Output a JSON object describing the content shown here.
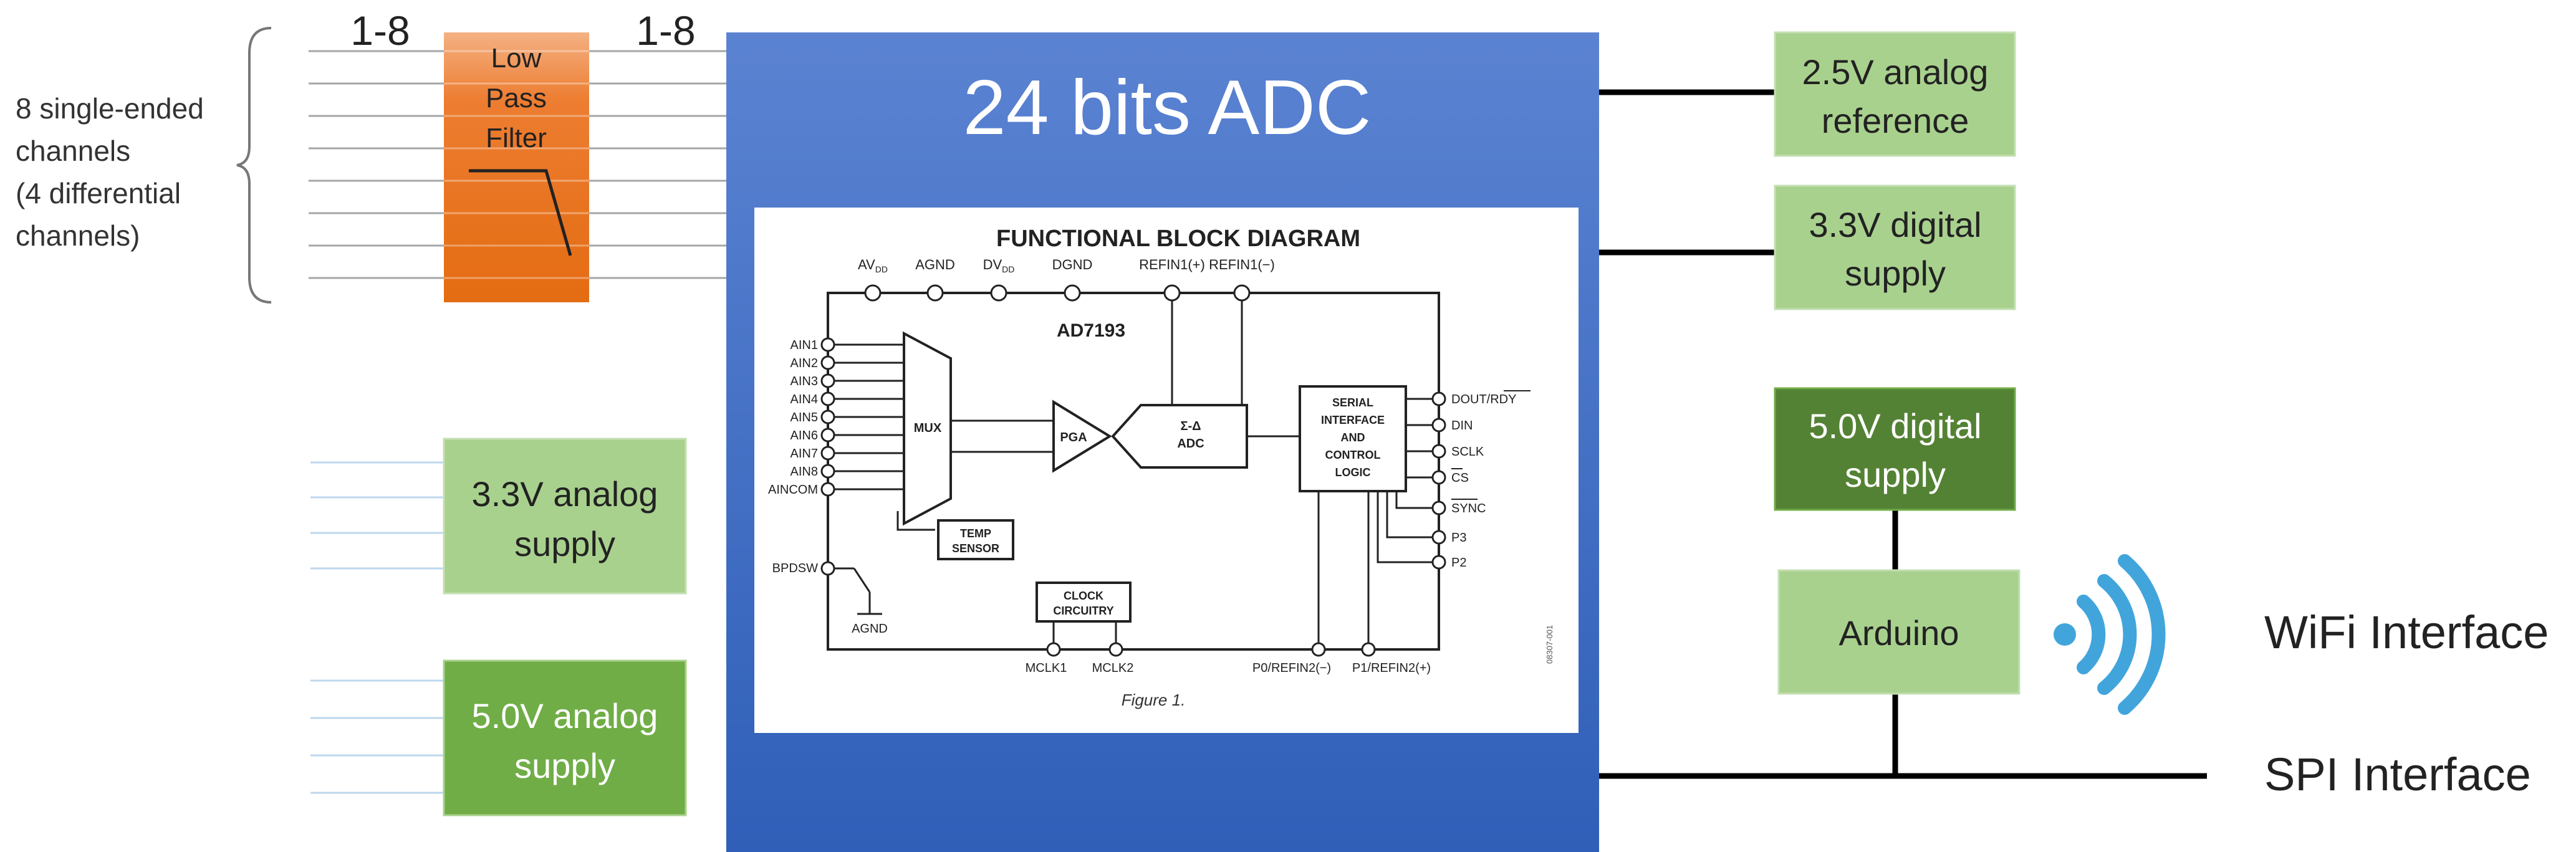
{
  "input": {
    "channels_label": [
      "8 single-ended",
      "channels",
      "(4 differential",
      "channels)"
    ],
    "count_left": "1-8",
    "count_right": "1-8",
    "filter_label": [
      "Low",
      "Pass",
      "Filter"
    ]
  },
  "adc": {
    "title": "24 bits ADC",
    "figure": {
      "title": "FUNCTIONAL BLOCK DIAGRAM",
      "part": "AD7193",
      "caption": "Figure 1.",
      "code": "08307-001",
      "top_pins": [
        "AV",
        "AGND",
        "DV",
        "DGND",
        "REFIN1(+)",
        "REFIN1(−)"
      ],
      "top_pin_sub": "DD",
      "ain_pins": [
        "AIN1",
        "AIN2",
        "AIN3",
        "AIN4",
        "AIN5",
        "AIN6",
        "AIN7",
        "AIN8",
        "AINCOM"
      ],
      "mux": "MUX",
      "pga": "PGA",
      "adc_label": [
        "Σ-Δ",
        "ADC"
      ],
      "serial": [
        "SERIAL",
        "INTERFACE",
        "AND",
        "CONTROL",
        "LOGIC"
      ],
      "temp": [
        "TEMP",
        "SENSOR"
      ],
      "clock": [
        "CLOCK",
        "CIRCUITRY"
      ],
      "bpdsw": "BPDSW",
      "agnd": "AGND",
      "right_pins": [
        "DOUT/RDY",
        "DIN",
        "SCLK",
        "CS",
        "SYNC",
        "P3",
        "P2"
      ],
      "bottom_pins": [
        "MCLK1",
        "MCLK2",
        "P0/REFIN2(−)",
        "P1/REFIN2(+)"
      ]
    }
  },
  "supplies_left": [
    {
      "label": [
        "3.3V analog",
        "supply"
      ],
      "color": "#a9d18e"
    },
    {
      "label": [
        "5.0V analog",
        "supply"
      ],
      "color": "#70ad47"
    }
  ],
  "supplies_right": [
    {
      "label": [
        "2.5V analog",
        "reference"
      ],
      "color": "#a9d18e"
    },
    {
      "label": [
        "3.3V digital",
        "supply"
      ],
      "color": "#a9d18e"
    },
    {
      "label": [
        "5.0V digital",
        "supply"
      ],
      "color": "#548235"
    }
  ],
  "arduino": {
    "label": "Arduino",
    "color": "#a9d18e"
  },
  "wifi": {
    "label": "WiFi Interface",
    "icon": "wifi-icon",
    "color": "#41a5dc"
  },
  "spi": {
    "label": "SPI Interface"
  },
  "colors": {
    "adc_top": "#5b83d2",
    "adc_bottom": "#2f5fb8",
    "filter": "#ed7d31"
  }
}
